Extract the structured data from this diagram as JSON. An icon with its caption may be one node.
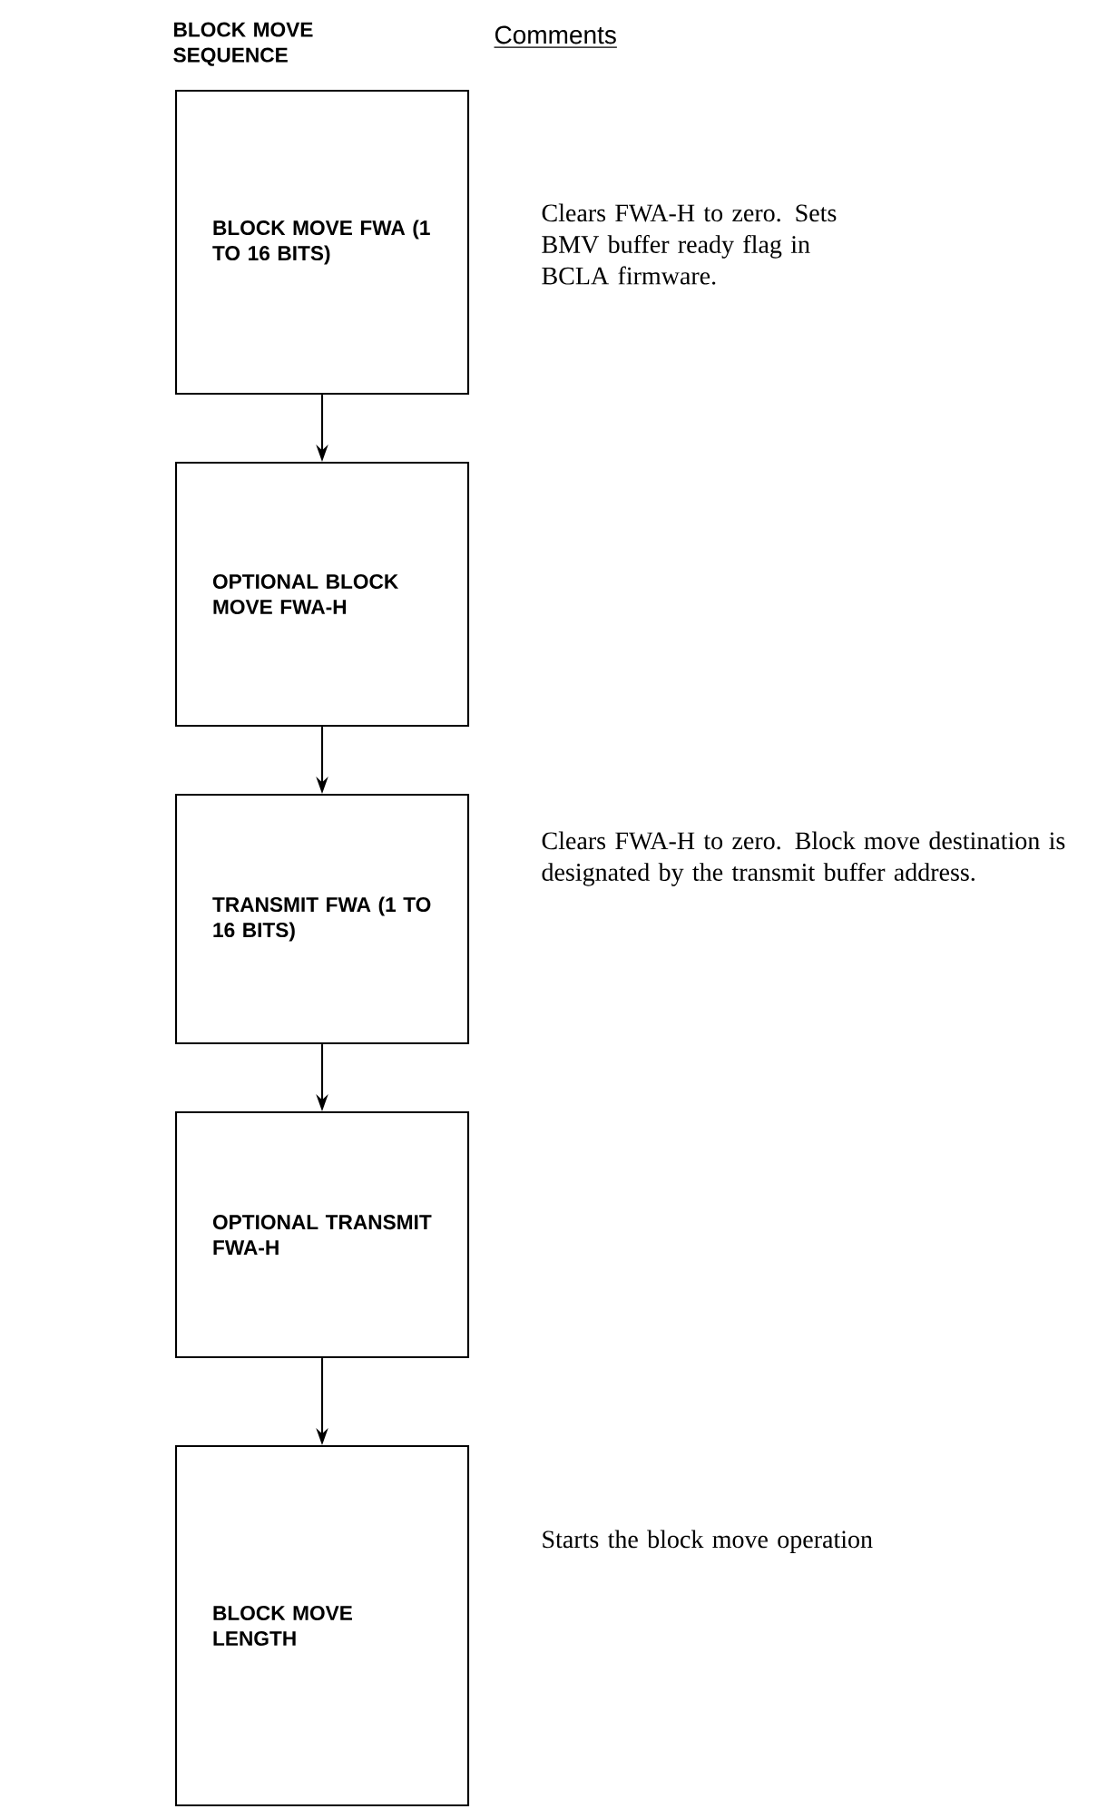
{
  "diagram": {
    "title": "BLOCK MOVE SEQUENCE",
    "nodes": [
      {
        "text": [
          "BLOCK MOVE FWA (1 TO 16 BITS)"
        ],
        "beside": [
          "Clears FWA-H to zero. Sets BMV buffer ready flag in BCLA firmware."
        ]
      },
      {
        "text": [
          "OPTIONAL BLOCK MOVE FWA-H"
        ]
      },
      {
        "text": [
          "TRANSMIT FWA (1 TO 16 BITS)"
        ],
        "beside": [
          "Clears FWA-H to zero. Block move destination is designated by the transmit buffer address."
        ]
      },
      {
        "text": [
          "OPTIONAL TRANSMIT FWA-H"
        ]
      },
      {
        "text": [
          "BLOCK MOVE LENGTH"
        ],
        "beside": [
          "Starts the block move operation"
        ]
      }
    ],
    "edges": [
      {
        "from": 0,
        "to": 1,
        "arrow": "to"
      },
      {
        "from": 1,
        "to": 2,
        "arrow": "to"
      },
      {
        "from": 2,
        "to": 3,
        "arrow": "to"
      },
      {
        "from": 3,
        "to": 4,
        "arrow": "to"
      }
    ],
    "labels": [
      "Comments"
    ]
  }
}
